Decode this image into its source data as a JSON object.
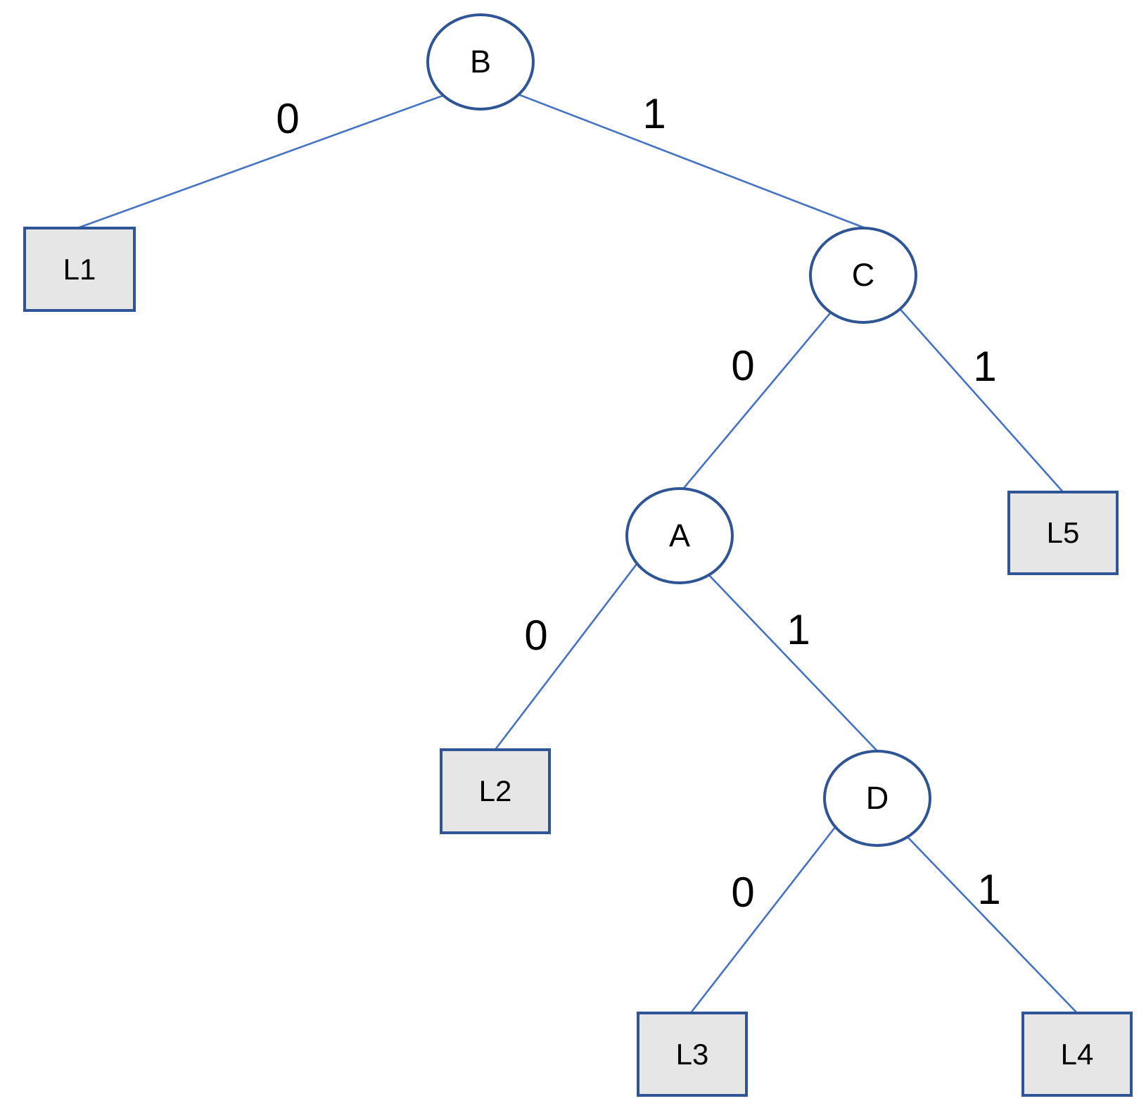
{
  "diagram": {
    "type": "binary-tree",
    "internal_nodes": [
      {
        "id": "B",
        "label": "B"
      },
      {
        "id": "C",
        "label": "C"
      },
      {
        "id": "A",
        "label": "A"
      },
      {
        "id": "D",
        "label": "D"
      }
    ],
    "leaf_nodes": [
      {
        "id": "L1",
        "label": "L1"
      },
      {
        "id": "L2",
        "label": "L2"
      },
      {
        "id": "L3",
        "label": "L3"
      },
      {
        "id": "L4",
        "label": "L4"
      },
      {
        "id": "L5",
        "label": "L5"
      }
    ],
    "edges": [
      {
        "from": "B",
        "to": "L1",
        "label": "0"
      },
      {
        "from": "B",
        "to": "C",
        "label": "1"
      },
      {
        "from": "C",
        "to": "A",
        "label": "0"
      },
      {
        "from": "C",
        "to": "L5",
        "label": "1"
      },
      {
        "from": "A",
        "to": "L2",
        "label": "0"
      },
      {
        "from": "A",
        "to": "D",
        "label": "1"
      },
      {
        "from": "D",
        "to": "L3",
        "label": "0"
      },
      {
        "from": "D",
        "to": "L4",
        "label": "1"
      }
    ],
    "colors": {
      "node_stroke": "#2F5597",
      "node_fill": "#FFFFFF",
      "leaf_fill": "#E7E6E6",
      "edge_line": "#4472C4",
      "text": "#000000",
      "background": "#FFFFFF"
    }
  }
}
